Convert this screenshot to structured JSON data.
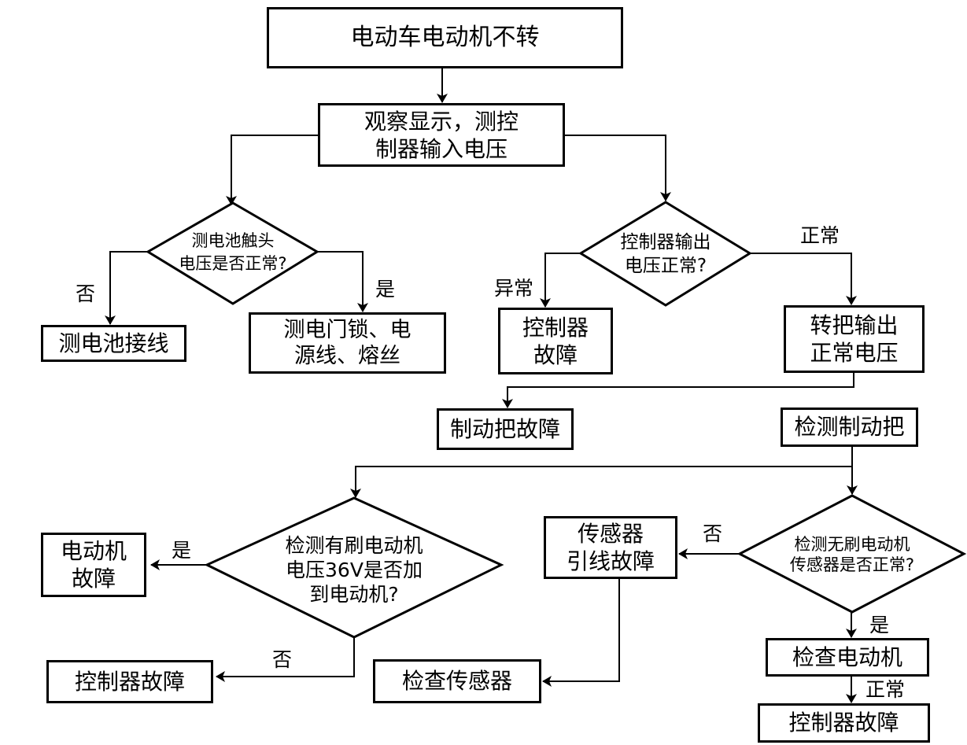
{
  "nodes": {
    "motor_not_turning": "电动车电动机不转",
    "observe_display": "观察显示，测控\n制器输入电压",
    "q_battery_contact": "测电池触头\n电压是否正常?",
    "check_battery_wiring": "测电池接线",
    "check_lock_fuse": "测电门锁、电\n源线、熔丝",
    "q_controller_output": "控制器输出\n电压正常?",
    "controller_fault_1": "控制器\n故障",
    "throttle_normal": "转把输出\n正常电压",
    "brake_fault": "制动把故障",
    "check_brake": "检测制动把",
    "q_brushed_motor": "检测有刷电动机\n电压36V是否加\n到电动机?",
    "motor_fault": "电动机\n故障",
    "controller_fault_2": "控制器故障",
    "sensor_lead_fault": "传感器\n引线故障",
    "q_brushless_sensor": "检测无刷电动机\n传感器是否正常?",
    "check_sensor": "检查传感器",
    "check_motor": "检查电动机",
    "controller_fault_3": "控制器故障"
  },
  "labels": {
    "no_battery": "否",
    "yes_battery": "是",
    "abnormal_controller": "异常",
    "normal_controller": "正常",
    "yes_brushed": "是",
    "no_brushed": "否",
    "no_sensor": "否",
    "yes_sensor": "是",
    "normal_motor": "正常"
  }
}
